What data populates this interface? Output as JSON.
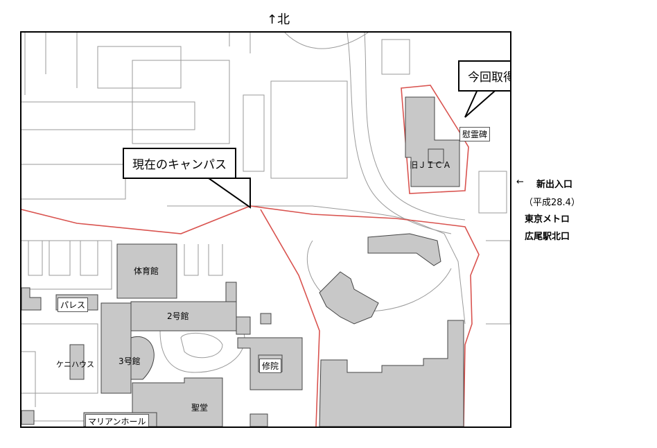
{
  "north_label": "↑北",
  "callouts": {
    "acquired": "今回取得した土地・建物",
    "campus": "現在のキャンパス"
  },
  "buildings": {
    "jica": "旧ＪＩＣＡ",
    "memorial": "慰霊碑",
    "gym": "体育館",
    "palace": "パレス",
    "b2": "2号館",
    "b3": "3号館",
    "sunny_house": "ケニハウス",
    "shuin": "修院",
    "seido": "聖堂",
    "marian_hall": "マリアンホール"
  },
  "entrance": {
    "arrow": "←",
    "name": "新出入口",
    "date": "（平成28.4）",
    "metro": "東京メトロ",
    "station": "広尾駅北口"
  }
}
